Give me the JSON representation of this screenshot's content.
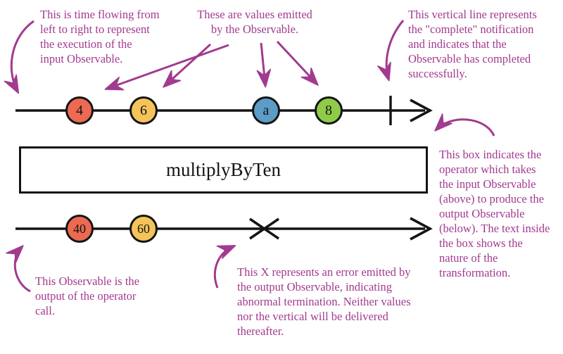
{
  "colors": {
    "annotation": "#A23A8F",
    "line": "#141414",
    "marble_red": "#EB6A51",
    "marble_yellow": "#F4C45A",
    "marble_blue": "#5C9CC6",
    "marble_green": "#8FCB49",
    "box_background": "#FFFFFF"
  },
  "annotations": {
    "time": {
      "lines": [
        "This is time flowing from",
        "left to right to represent",
        "the execution of the",
        "input Observable."
      ]
    },
    "values": {
      "lines": [
        "These are values emitted",
        "by the Observable."
      ]
    },
    "complete": {
      "lines": [
        "This vertical line represents",
        "the \"complete\" notification",
        "and indicates that the",
        "Observable has completed",
        "successfully."
      ]
    },
    "operator": {
      "lines": [
        "This box indicates the",
        "operator which takes",
        "the input Observable",
        "(above) to produce the",
        "output Observable",
        "(below). The text inside",
        "the box shows the",
        "nature of the",
        "transformation."
      ]
    },
    "output": {
      "lines": [
        "This Observable is the",
        "output of the operator",
        "call."
      ]
    },
    "error": {
      "lines": [
        "This X represents an error emitted by",
        "the output Observable, indicating",
        "abnormal termination. Neither values",
        "nor the vertical will be delivered",
        "thereafter."
      ]
    }
  },
  "input_stream": {
    "marbles": [
      {
        "label": "4",
        "color": "#EB6A51"
      },
      {
        "label": "6",
        "color": "#F4C45A"
      },
      {
        "label": "a",
        "color": "#5C9CC6"
      },
      {
        "label": "8",
        "color": "#8FCB49"
      }
    ],
    "terminal": "complete"
  },
  "operator_box": {
    "label": "multiplyByTen"
  },
  "output_stream": {
    "marbles": [
      {
        "label": "40",
        "color": "#EB6A51"
      },
      {
        "label": "60",
        "color": "#F4C45A"
      }
    ],
    "terminal": "error"
  }
}
